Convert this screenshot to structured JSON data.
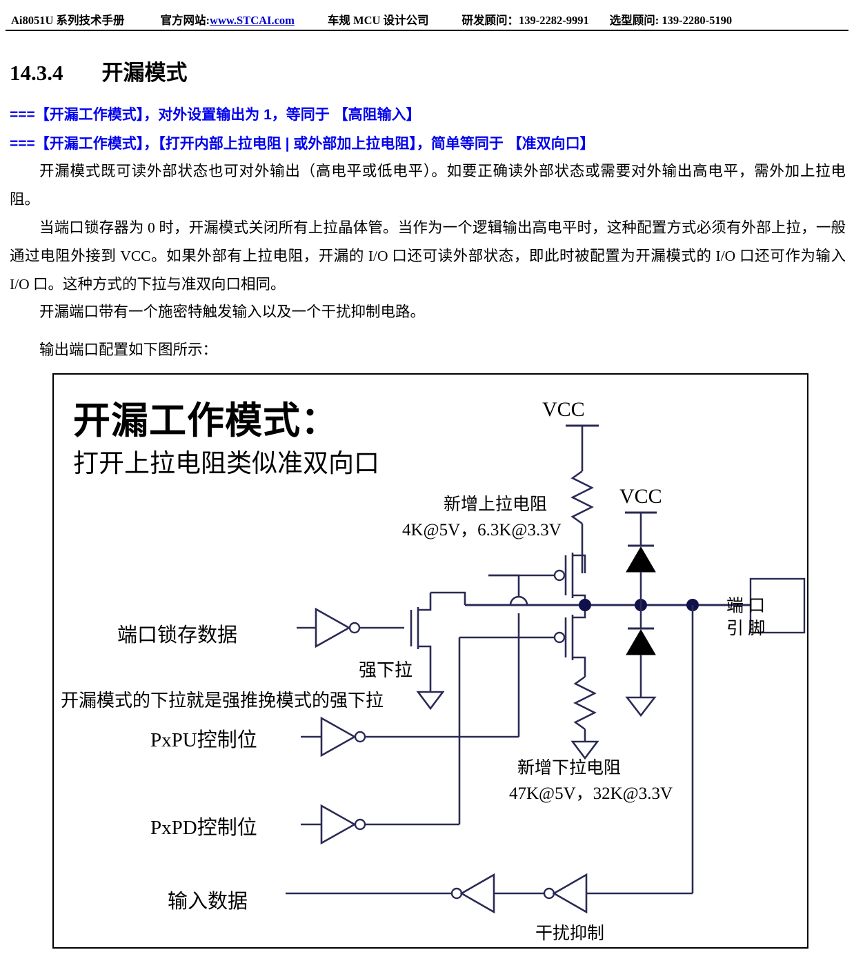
{
  "header": {
    "manual": "Ai8051U 系列技术手册",
    "site_label": "官方网站:",
    "site_url": "www.STCAI.com",
    "company": "车规 MCU 设计公司",
    "rd_consultant": "研发顾问：139-2282-9991",
    "sel_consultant": "选型顾问: 139-2280-5190"
  },
  "section": {
    "number": "14.3.4",
    "title": "开漏模式"
  },
  "emphasis": {
    "line1": "===【开漏工作模式】，对外设置输出为 1，等同于 【高阻输入】",
    "line2": "===【开漏工作模式】，【打开内部上拉电阻 | 或外部加上拉电阻】，简单等同于 【准双向口】"
  },
  "paragraphs": {
    "p1": "开漏模式既可读外部状态也可对外输出（高电平或低电平）。如要正确读外部状态或需要对外输出高电平，需外加上拉电阻。",
    "p2": "当端口锁存器为 0 时，开漏模式关闭所有上拉晶体管。当作为一个逻辑输出高电平时，这种配置方式必须有外部上拉，一般通过电阻外接到 VCC。如果外部有上拉电阻，开漏的 I/O 口还可读外部状态，即此时被配置为开漏模式的 I/O 口还可作为输入 I/O 口。这种方式的下拉与准双向口相同。",
    "p3": "开漏端口带有一个施密特触发输入以及一个干扰抑制电路。",
    "p4": "输出端口配置如下图所示："
  },
  "figure": {
    "title_main": "开漏工作模式：",
    "title_sub": "打开上拉电阻类似准双向口",
    "vcc_top": "VCC",
    "vcc_right": "VCC",
    "pullup_name": "新增上拉电阻",
    "pullup_value": "4K@5V，6.3K@3.3V",
    "pulldown_name": "新增下拉电阻",
    "pulldown_value": "47K@5V，32K@3.3V",
    "port_latch_data": "端口锁存数据",
    "strong_pulldown": "强下拉",
    "opendrain_note": "开漏模式的下拉就是强推挽模式的强下拉",
    "pxpu_ctrl": "PxPU控制位",
    "pxpd_ctrl": "PxPD控制位",
    "input_data": "输入数据",
    "noise_suppress": "干扰抑制",
    "port_pin_line1": "端 口",
    "port_pin_line2": "引 脚"
  },
  "colors": {
    "wire": "#2a2a55",
    "node": "#10104a",
    "accent_blue": "#0000ee",
    "link_blue": "#0000cd",
    "text": "#000000"
  }
}
